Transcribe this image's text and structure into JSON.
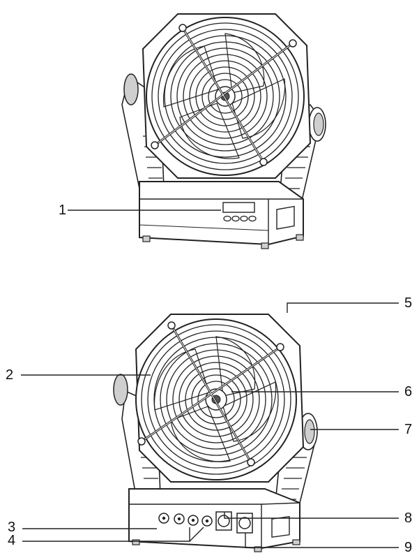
{
  "diagram": {
    "views": [
      {
        "name": "front-view"
      },
      {
        "name": "rear-view"
      }
    ],
    "callouts": [
      {
        "id": "1",
        "label": "1"
      },
      {
        "id": "2",
        "label": "2"
      },
      {
        "id": "3",
        "label": "3"
      },
      {
        "id": "4",
        "label": "4"
      },
      {
        "id": "5",
        "label": "5"
      },
      {
        "id": "6",
        "label": "6"
      },
      {
        "id": "7",
        "label": "7"
      },
      {
        "id": "8",
        "label": "8"
      },
      {
        "id": "9",
        "label": "9"
      }
    ],
    "colors": {
      "stroke": "#222222",
      "background": "#ffffff",
      "shade": "#cfcfcf",
      "dark": "#555555"
    }
  }
}
